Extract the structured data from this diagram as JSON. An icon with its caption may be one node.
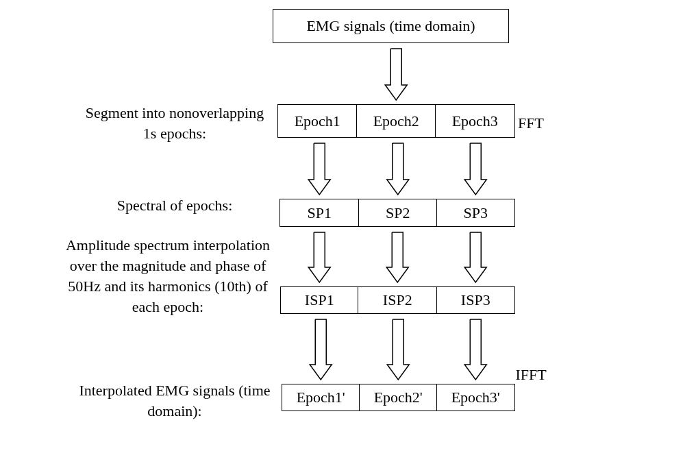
{
  "diagram": {
    "nodes": [
      {
        "text": [
          "EMG signals (time domain)"
        ]
      },
      {
        "text": [
          "Epoch1"
        ]
      },
      {
        "text": [
          "Epoch2"
        ]
      },
      {
        "text": [
          "Epoch3"
        ]
      },
      {
        "text": [
          "SP1"
        ]
      },
      {
        "text": [
          "SP2"
        ]
      },
      {
        "text": [
          "SP3"
        ]
      },
      {
        "text": [
          "ISP1"
        ]
      },
      {
        "text": [
          "ISP2"
        ]
      },
      {
        "text": [
          "ISP3"
        ]
      },
      {
        "text": [
          "Epoch1'"
        ]
      },
      {
        "text": [
          "Epoch2'"
        ]
      },
      {
        "text": [
          "Epoch3'"
        ]
      }
    ],
    "edges": [
      {
        "from": 0,
        "to": 2,
        "arrow": "to"
      },
      {
        "from": 1,
        "to": 4,
        "arrow": "to"
      },
      {
        "from": 2,
        "to": 5,
        "arrow": "to"
      },
      {
        "from": 3,
        "to": 6,
        "arrow": "to"
      },
      {
        "from": 4,
        "to": 7,
        "arrow": "to"
      },
      {
        "from": 5,
        "to": 8,
        "arrow": "to"
      },
      {
        "from": 6,
        "to": 9,
        "arrow": "to"
      },
      {
        "from": 7,
        "to": 10,
        "arrow": "to"
      },
      {
        "from": 8,
        "to": 11,
        "arrow": "to"
      },
      {
        "from": 9,
        "to": 12,
        "arrow": "to"
      }
    ],
    "labels": [
      "Segment into nonoverlapping 1s epochs:",
      "FFT",
      "Spectral of epochs:",
      "Amplitude spectrum interpolation over the magnitude and phase of 50Hz and its harmonics (10th) of each epoch:",
      "IFFT",
      "Interpolated EMG signals (time domain):"
    ]
  }
}
